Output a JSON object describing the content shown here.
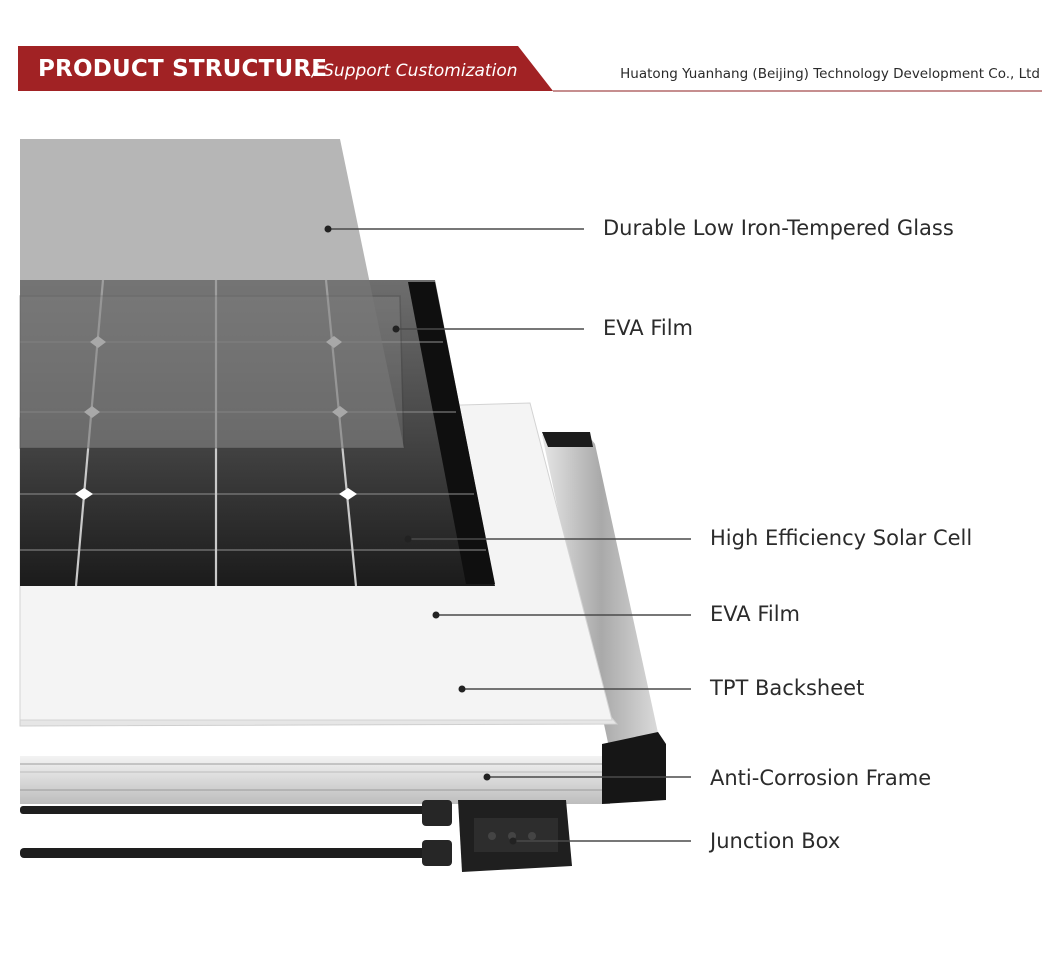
{
  "header": {
    "title": "PRODUCT STRUCTURE",
    "subtitle": "/ Support Customization",
    "company": "Huatong Yuanhang (Beijing) Technology Development Co., Ltd",
    "accent_color": "#a12224"
  },
  "layers": [
    {
      "label": "Durable Low Iron-Tempered Glass"
    },
    {
      "label": "EVA Film"
    },
    {
      "label": "High Efficiency Solar Cell"
    },
    {
      "label": "EVA Film"
    },
    {
      "label": "TPT Backsheet"
    },
    {
      "label": "Anti-Corrosion Frame"
    },
    {
      "label": "Junction Box"
    }
  ]
}
